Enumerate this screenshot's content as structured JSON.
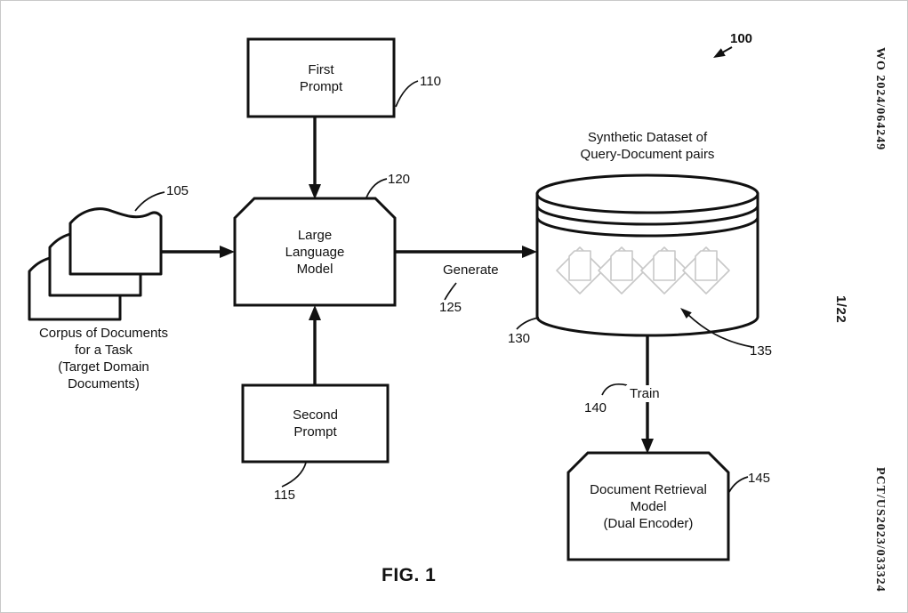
{
  "page": {
    "margin": {
      "publication_number": "WO 2024/064249",
      "sheet_number": "1/22",
      "application_number": "PCT/US2023/033324"
    },
    "figure_caption": "FIG. 1",
    "figure_ref": "100"
  },
  "nodes": {
    "first_prompt": {
      "lines": [
        "First",
        "Prompt"
      ],
      "ref": "110"
    },
    "llm": {
      "lines": [
        "Large",
        "Language",
        "Model"
      ],
      "ref": "120"
    },
    "second_prompt": {
      "lines": [
        "Second",
        "Prompt"
      ],
      "ref": "115"
    },
    "corpus": {
      "caption_lines": [
        "Corpus of Documents",
        "for a Task",
        "(Target Domain",
        "Documents)"
      ],
      "ref": "105"
    },
    "dataset": {
      "title_lines": [
        "Synthetic Dataset of",
        "Query-Document pairs"
      ],
      "ref": "130",
      "contents_ref": "135",
      "icons": [
        "document-pair-icon",
        "document-pair-icon",
        "document-pair-icon",
        "document-pair-icon"
      ]
    },
    "retrieval_model": {
      "lines": [
        "Document Retrieval Model",
        "(Dual Encoder)"
      ],
      "ref": "145"
    }
  },
  "edges": {
    "generate": {
      "label": "Generate",
      "ref": "125"
    },
    "train": {
      "label": "Train",
      "ref": "140"
    }
  },
  "colors": {
    "line": "#111111",
    "icon_outline": "#c8c8c8",
    "page_border": "#c9c9c9",
    "background": "#ffffff"
  }
}
